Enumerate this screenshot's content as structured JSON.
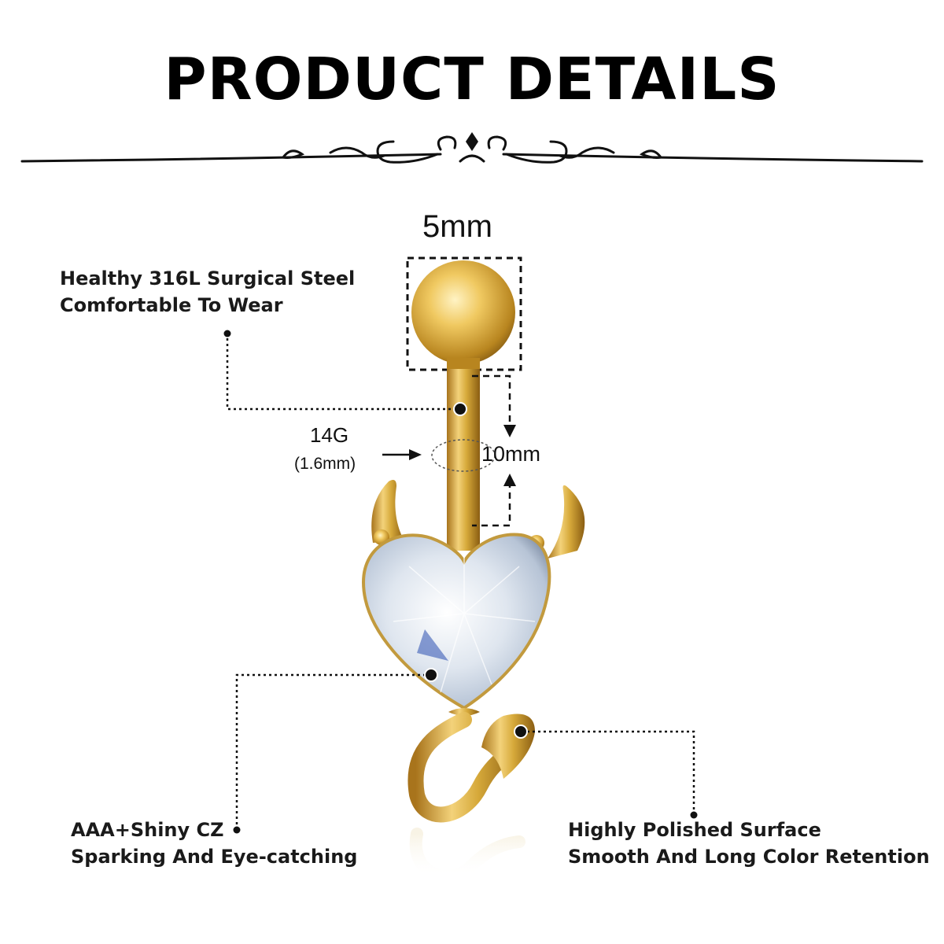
{
  "header": {
    "title": "PRODUCT DETAILS"
  },
  "dimensions": {
    "ball_size": "5mm",
    "bar_length": "10mm",
    "gauge": "14G",
    "gauge_mm": "(1.6mm)"
  },
  "callouts": {
    "material": {
      "line1": "Healthy 316L Surgical Steel",
      "line2": "Comfortable To Wear"
    },
    "stone": {
      "line1": "AAA+Shiny CZ",
      "line2": "Sparking And Eye-catching"
    },
    "surface": {
      "line1": "Highly Polished Surface",
      "line2": "Smooth And Long Color Retention"
    }
  },
  "product_image": {
    "subject": "gold devil heart belly button ring",
    "metal_color": "#d6a93a",
    "stone_color": "#e8eef6"
  },
  "colors": {
    "text": "#111111",
    "background": "#ffffff"
  }
}
